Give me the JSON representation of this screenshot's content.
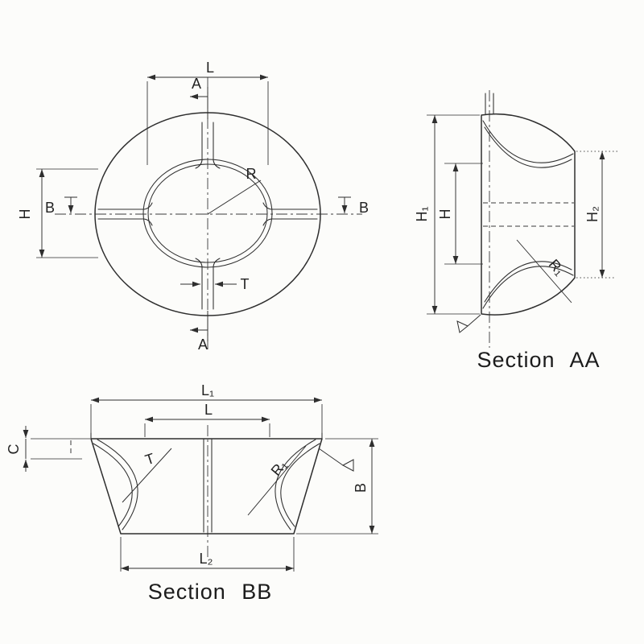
{
  "colors": {
    "paper": "#fcfcfa",
    "ink": "#2e2e2e"
  },
  "plan_view": {
    "dim_L": "L",
    "section_a_top": "A",
    "section_a_bottom": "A",
    "section_b_left": "B",
    "section_b_right": "B",
    "dim_H": "H",
    "dim_R": "R",
    "dim_T": "T"
  },
  "section_aa": {
    "title": "Section AA",
    "dim_H1": "H₁",
    "dim_H": "H",
    "dim_H2": "H₂",
    "dim_R1": "R₁"
  },
  "section_bb": {
    "title": "Section BB",
    "dim_L1": "L₁",
    "dim_L": "L",
    "dim_C": "C",
    "dim_T": "T",
    "dim_R1": "R₁",
    "dim_B": "B",
    "dim_L2": "L₂"
  }
}
